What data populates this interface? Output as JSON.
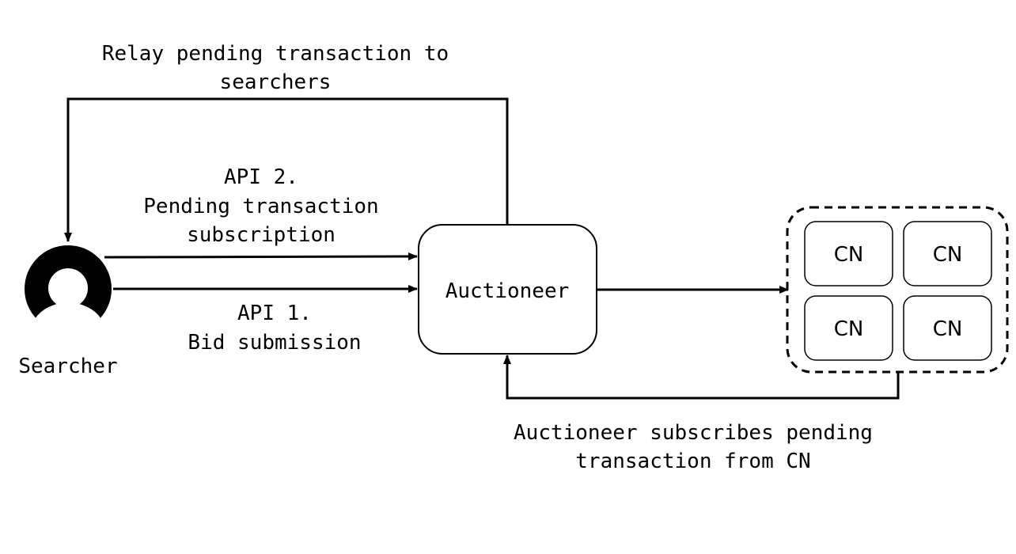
{
  "labels": {
    "relay_line1": "Relay pending transaction to",
    "relay_line2": "searchers",
    "api2_line1": "API 2.",
    "api2_line2": "Pending transaction",
    "api2_line3": "subscription",
    "api1_line1": "API 1.",
    "api1_line2": "Bid submission",
    "searcher": "Searcher",
    "auctioneer": "Auctioneer",
    "subscribe_line1": "Auctioneer subscribes pending",
    "subscribe_line2": "transaction from CN"
  },
  "cn_nodes": [
    "CN",
    "CN",
    "CN",
    "CN"
  ],
  "icons": {
    "searcher": "user-avatar-icon"
  },
  "colors": {
    "stroke": "#000000",
    "background": "#ffffff"
  }
}
